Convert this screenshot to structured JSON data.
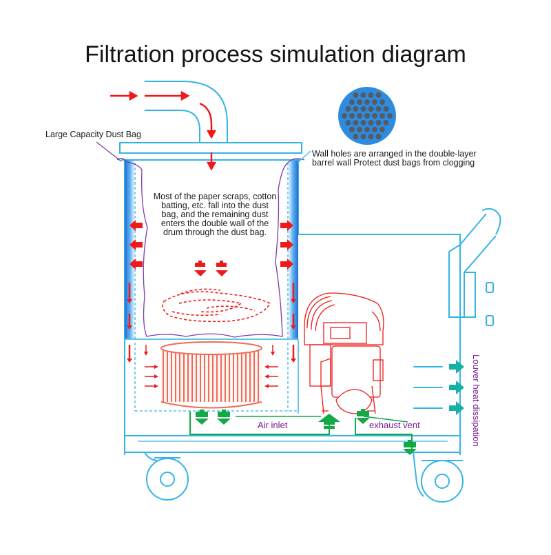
{
  "title": "Filtration process simulation diagram",
  "labels": {
    "dust_bag": "Large Capacity Dust Bag",
    "wall_holes": "Wall holes are arranged in the double-layer barrel wall  Protect dust bags from clogging",
    "description": "Most of the paper scraps, cotton batting, etc. fall into the dust bag, and the remaining dust enters the double wall of the drum through the dust bag.",
    "air_inlet": "Air inlet",
    "exhaust_vent": "exhaust vent",
    "louver": "Louver heat dissipation"
  },
  "colors": {
    "outline": "#34b4e4",
    "wall_blue": "#1f6fd6",
    "dust_arrow": "#f01818",
    "air_arrow": "#14a846",
    "heat_arrow": "#16b0a6",
    "label_purple": "#7b1a93",
    "bag_purple": "#7b3aa8"
  }
}
